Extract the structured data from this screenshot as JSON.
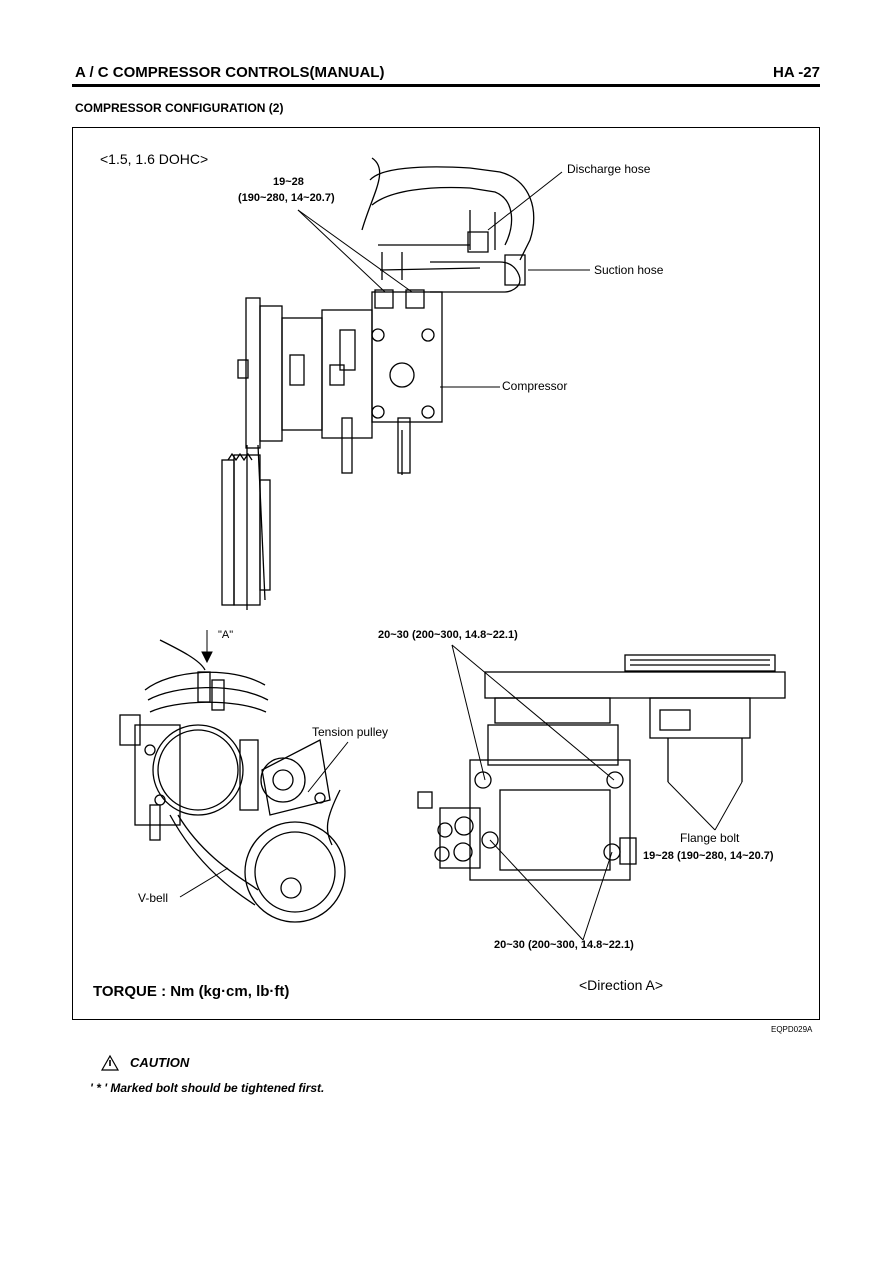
{
  "header": {
    "title": "A / C COMPRESSOR CONTROLS(MANUAL)",
    "page": "HA -27"
  },
  "section_title": "COMPRESSOR CONFIGURATION (2)",
  "figure": {
    "engine_label": "<1.5, 1.6 DOHC>",
    "torque_top_nm": "19~28",
    "torque_top_units": "(190~280, 14~20.7)",
    "discharge_hose": "Discharge hose",
    "suction_hose": "Suction hose",
    "compressor": "Compressor",
    "direction_marker": "\"A\"",
    "tension_pulley": "Tension pulley",
    "v_belt": "V-bell",
    "torque_upper": "20~30 (200~300, 14.8~22.1)",
    "flange_bolt": "Flange bolt",
    "flange_torque": "19~28  (190~280, 14~20.7)",
    "torque_lower": "20~30 (200~300, 14.8~22.1)",
    "torque_units": "TORQUE : Nm (kg·cm, lb·ft)",
    "direction_view": "<Direction A>",
    "figure_code": "EQPD029A"
  },
  "caution": {
    "title": "CAUTION",
    "note": "' * ' Marked bolt should be tightened first."
  }
}
